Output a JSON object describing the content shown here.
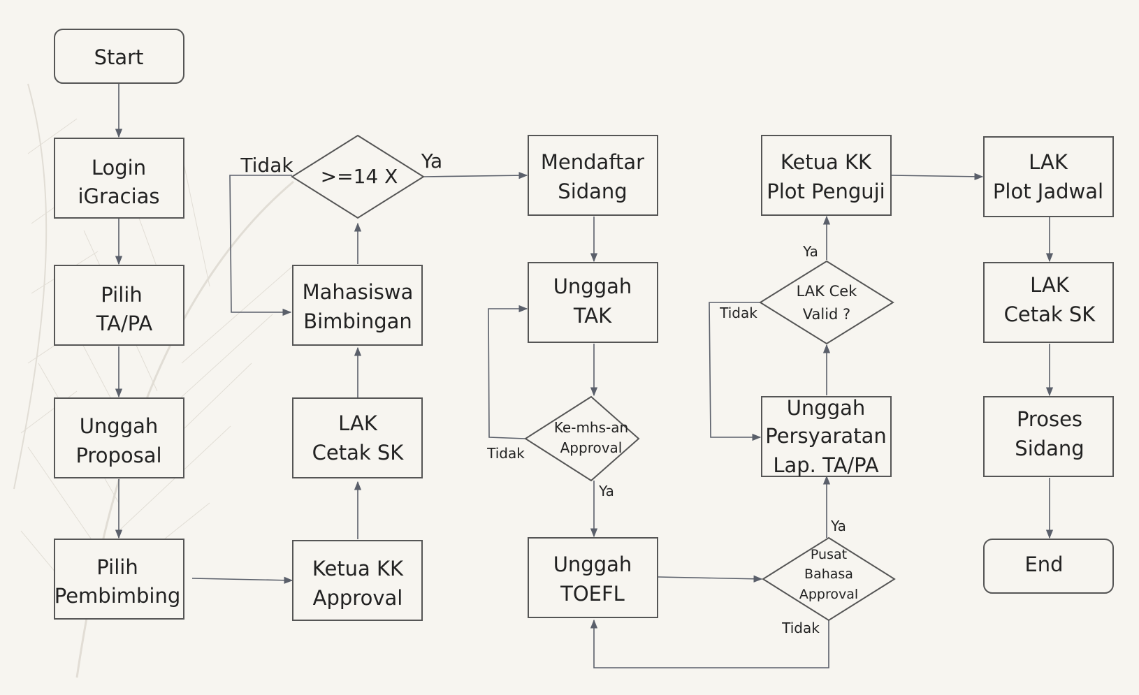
{
  "diagram": {
    "nodes": {
      "start": "Start",
      "login": [
        "Login",
        "iGracias"
      ],
      "pilih_ta": [
        "Pilih",
        "TA/PA"
      ],
      "unggah_proposal": [
        "Unggah",
        "Proposal"
      ],
      "pilih_pembimbing": [
        "Pilih",
        "Pembimbing"
      ],
      "ketua_kk_approval": [
        "Ketua KK",
        "Approval"
      ],
      "lak_cetak_sk_1": [
        "LAK",
        "Cetak SK"
      ],
      "mahasiswa_bimbingan": [
        "Mahasiswa",
        "Bimbingan"
      ],
      "decision_14x": ">=14 X",
      "mendaftar_sidang": [
        "Mendaftar",
        "Sidang"
      ],
      "unggah_tak": [
        "Unggah",
        "TAK"
      ],
      "decision_kemhsan": [
        "Ke-mhs-an",
        "Approval"
      ],
      "unggah_toefl": [
        "Unggah",
        "TOEFL"
      ],
      "decision_pusat_bahasa": [
        "Pusat",
        "Bahasa",
        "Approval"
      ],
      "unggah_persyaratan": [
        "Unggah",
        "Persyaratan",
        "Lap. TA/PA"
      ],
      "decision_lak_cek": [
        "LAK Cek",
        "Valid ?"
      ],
      "ketua_kk_plot": [
        "Ketua KK",
        "Plot Penguji"
      ],
      "lak_plot_jadwal": [
        "LAK",
        "Plot Jadwal"
      ],
      "lak_cetak_sk_2": [
        "LAK",
        "Cetak SK"
      ],
      "proses_sidang": [
        "Proses",
        "Sidang"
      ],
      "end": "End"
    },
    "labels": {
      "tidak_14x": "Tidak",
      "ya_14x": "Ya",
      "tidak_kemhsan": "Tidak",
      "ya_kemhsan": "Ya",
      "tidak_pusat": "Tidak",
      "ya_pusat": "Ya",
      "tidak_lakcek": "Tidak",
      "ya_lakcek": "Ya"
    }
  }
}
